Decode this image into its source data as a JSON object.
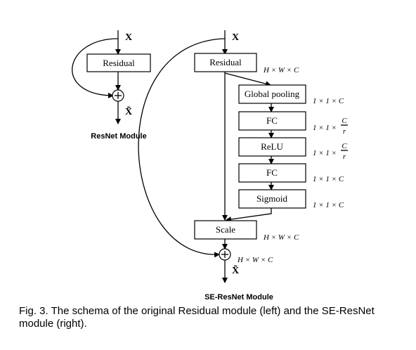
{
  "resnet": {
    "input_label": "X",
    "output_label": "X̃",
    "block_label": "Residual",
    "module_label": "ResNet Module"
  },
  "se_resnet": {
    "input_label": "X",
    "output_label": "X̃",
    "blocks": [
      "Residual",
      "Global pooling",
      "FC",
      "ReLU",
      "FC",
      "Sigmoid",
      "Scale"
    ],
    "module_label": "SE-ResNet Module"
  },
  "dimensions": {
    "residual": "H × W × C",
    "global_pooling": "1 × 1 × C",
    "fc1_prefix": "1 × 1 ×",
    "fc1_num": "C",
    "fc1_den": "r",
    "relu_prefix": "1 × 1 ×",
    "relu_num": "C",
    "relu_den": "r",
    "fc2": "1 × 1 × C",
    "sigmoid": "1 × 1 × C",
    "scale": "H × W × C",
    "sum": "H × W × C"
  },
  "caption": "Fig. 3. The schema of the original Residual module (left) and the SE-ResNet module (right)."
}
